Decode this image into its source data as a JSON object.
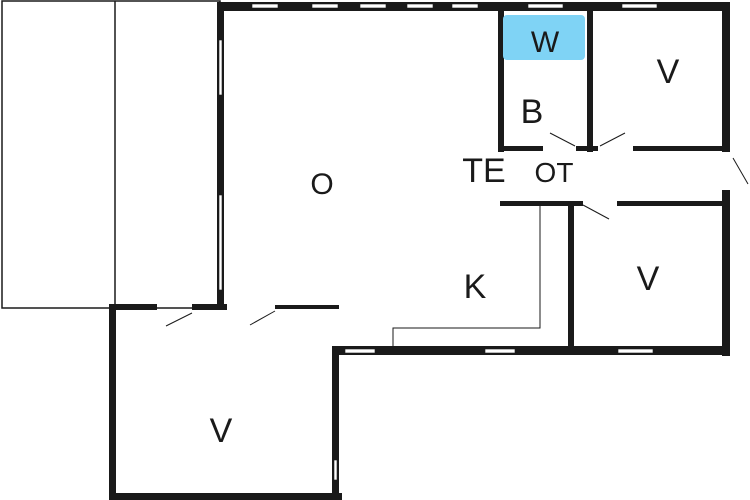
{
  "rooms": {
    "living": "O",
    "bath": "B",
    "washer": "W",
    "bedroom_top": "V",
    "bedroom_right": "V",
    "bedroom_bottom": "V",
    "kitchen": "K",
    "hall_te": "TE",
    "hall_ot": "OT"
  },
  "colors": {
    "wall": "#1a1a1a",
    "washer": "#7fd3f5"
  }
}
